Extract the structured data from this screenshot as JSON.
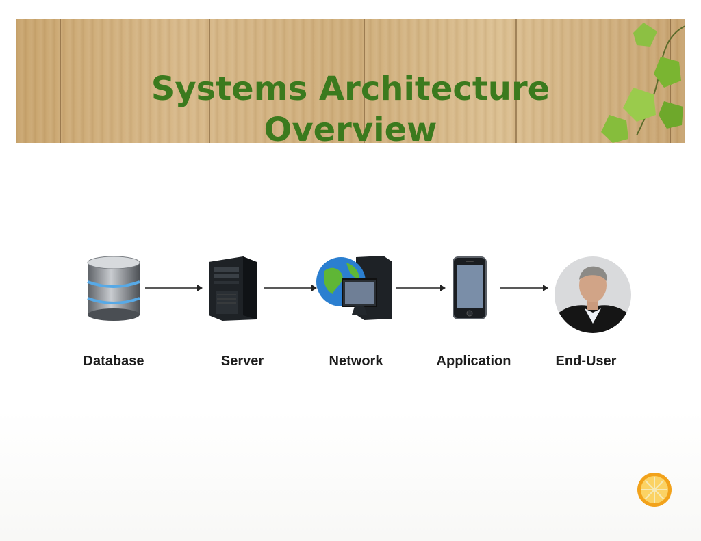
{
  "slide": {
    "title_line1": "Systems Architecture",
    "title_line2": "Overview"
  },
  "diagram": {
    "nodes": [
      {
        "label": "Database",
        "icon": "database-icon"
      },
      {
        "label": "Server",
        "icon": "server-tower-icon"
      },
      {
        "label": "Network",
        "icon": "globe-computer-icon"
      },
      {
        "label": "Application",
        "icon": "smartphone-icon"
      },
      {
        "label": "End-User",
        "icon": "user-photo-icon"
      }
    ],
    "edges": [
      {
        "from": "Database",
        "to": "Server"
      },
      {
        "from": "Server",
        "to": "Network"
      },
      {
        "from": "Network",
        "to": "Application"
      },
      {
        "from": "Application",
        "to": "End-User"
      }
    ]
  },
  "colors": {
    "title": "#3b7a1e",
    "wood": "#d3b483",
    "arrow": "#222222"
  }
}
